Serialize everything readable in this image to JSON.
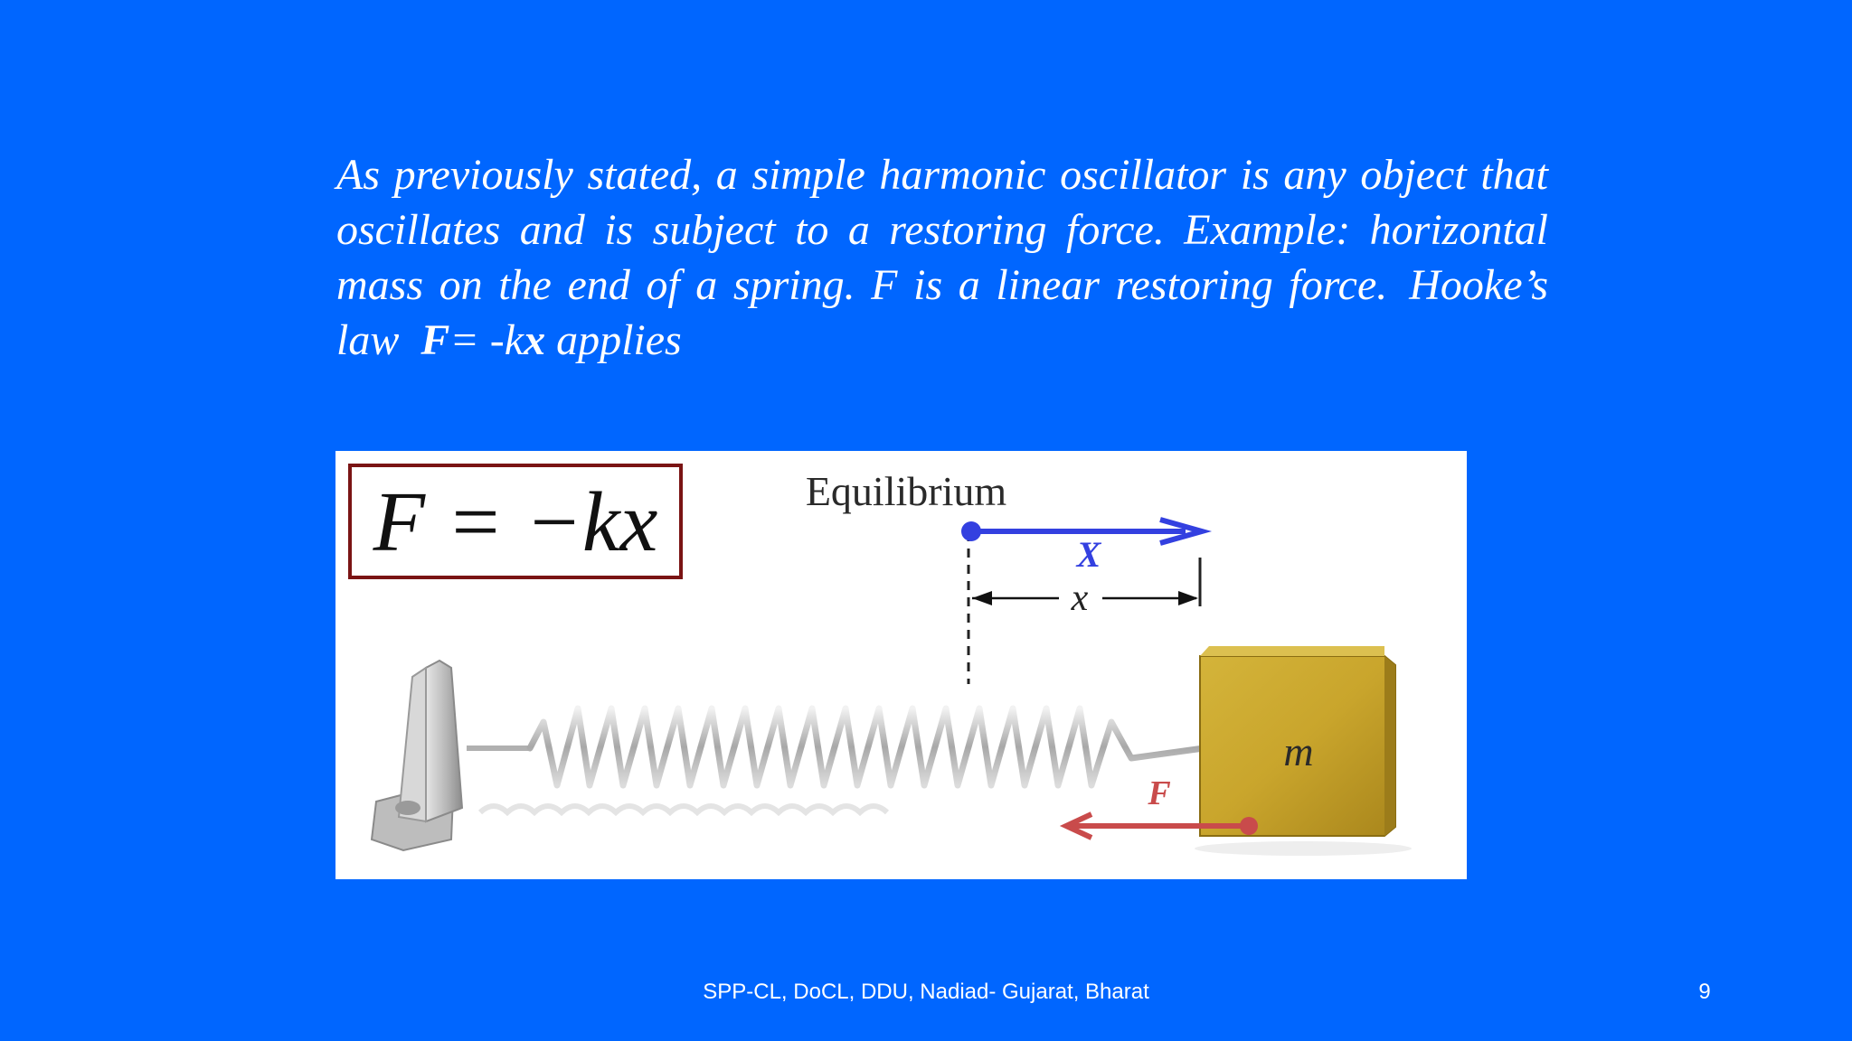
{
  "slide": {
    "paragraph": {
      "main": "As previously stated, a simple harmonic oscillator is any object that oscillates and is subject to a restoring force. Example: horizontal mass on the end of a spring. F is a linear restoring force.",
      "law_prefix": "Hooke’s law",
      "law_f": "F",
      "law_mid": "= -k",
      "law_x": "x",
      "law_suffix": " applies"
    },
    "figure": {
      "formula": "F = −kx",
      "equilibrium_label": "Equilibrium",
      "vector_label": "X",
      "distance_label": "x",
      "mass_label": "m",
      "force_label": "F"
    },
    "footer": "SPP-CL, DoCL, DDU, Nadiad- Gujarat, Bharat",
    "page_number": "9"
  },
  "colors": {
    "background": "#0066ff",
    "formula_box_border": "#7a1414",
    "displacement_arrow": "#3340e0",
    "force_arrow": "#c94b4b",
    "mass_block": "#c9a52c"
  }
}
